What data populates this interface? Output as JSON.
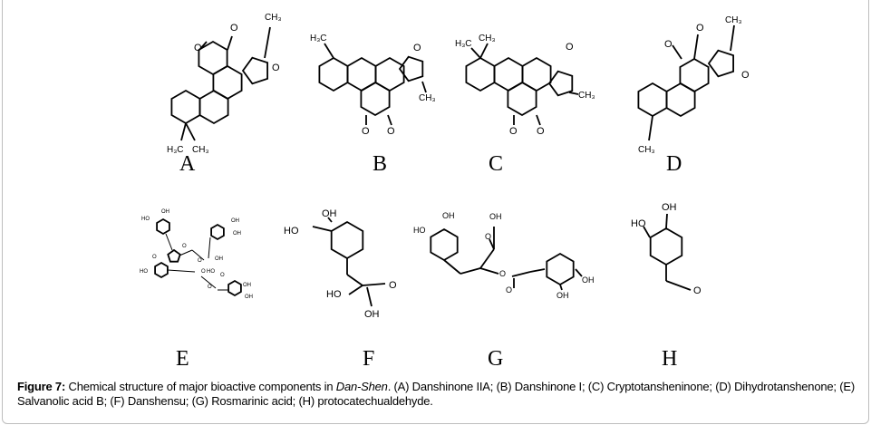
{
  "figure": {
    "panels": {
      "A": {
        "letter": "A",
        "labels": [
          "O",
          "O",
          "CH₃",
          "O",
          "H₃C",
          "CH₃"
        ]
      },
      "B": {
        "letter": "B",
        "labels": [
          "H₃C",
          "O",
          "O",
          "O",
          "CH₃"
        ]
      },
      "C": {
        "letter": "C",
        "labels": [
          "H₃C",
          "CH₃",
          "O",
          "O",
          "O",
          "CH₃"
        ]
      },
      "D": {
        "letter": "D",
        "labels": [
          "O",
          "O",
          "CH₃",
          "O",
          "CH₃"
        ]
      },
      "E": {
        "letter": "E",
        "labels": [
          "OH",
          "HO",
          "OH",
          "OH",
          "O",
          "O",
          "OH",
          "O",
          "HO",
          "O",
          "HO",
          "O",
          "O",
          "OH",
          "OH"
        ]
      },
      "F": {
        "letter": "F",
        "labels": [
          "OH",
          "HO",
          "HO",
          "O",
          "OH"
        ]
      },
      "G": {
        "letter": "G",
        "labels": [
          "OH",
          "HO",
          "OH",
          "O",
          "O",
          "O",
          "OH",
          "OH"
        ]
      },
      "H": {
        "letter": "H",
        "labels": [
          "OH",
          "HO",
          "O"
        ]
      }
    },
    "caption": {
      "label": "Figure 7:",
      "text_before": " Chemical structure of major bioactive components in ",
      "italic": "Dan-Shen",
      "text_after": ". (A) Danshinone IIA; (B) Danshinone I; (C) Cryptotansheninone; (D) Dihydrotanshenone; (E) Salvanolic acid B; (F) Danshensu; (G) Rosmarinic acid; (H) protocatechualdehyde."
    }
  }
}
